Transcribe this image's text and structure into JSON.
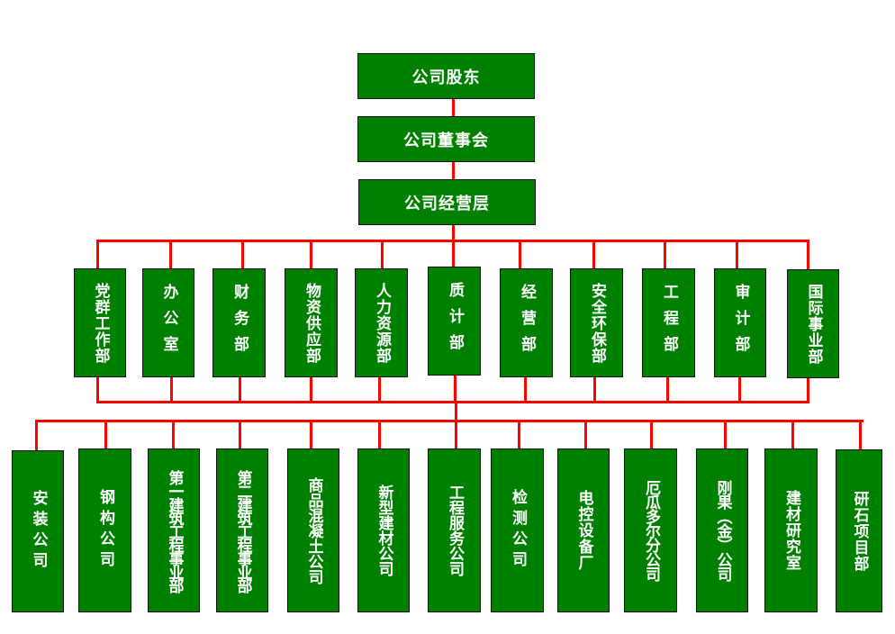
{
  "colors": {
    "box_fill": "#008000",
    "box_border": "#111111",
    "connector": "#ff0000",
    "text": "#ffffff"
  },
  "top": [
    {
      "label": "公司股东"
    },
    {
      "label": "公司董事会"
    },
    {
      "label": "公司经营层"
    }
  ],
  "departments": [
    {
      "label": "党群工作部"
    },
    {
      "label": "办公室"
    },
    {
      "label": "财务部"
    },
    {
      "label": "物资供应部"
    },
    {
      "label": "人力资源部"
    },
    {
      "label": "质计部"
    },
    {
      "label": "经营部"
    },
    {
      "label": "安全环保部"
    },
    {
      "label": "工程部"
    },
    {
      "label": "审计部"
    },
    {
      "label": "国际事业部"
    }
  ],
  "subsidiaries": [
    {
      "label": "安装公司"
    },
    {
      "label": "钢构公司"
    },
    {
      "label": "第一建筑工程事业部"
    },
    {
      "label": "第二建筑工程事业部"
    },
    {
      "label": "商品混凝土公司"
    },
    {
      "label": "新型建材公司"
    },
    {
      "label": "工程服务公司"
    },
    {
      "label": "检测公司"
    },
    {
      "label": "电控设备厂"
    },
    {
      "label": "厄瓜多尔分公司"
    },
    {
      "label": "刚果（金）公司"
    },
    {
      "label": "建材研究室"
    },
    {
      "label": "研石项目部"
    }
  ]
}
